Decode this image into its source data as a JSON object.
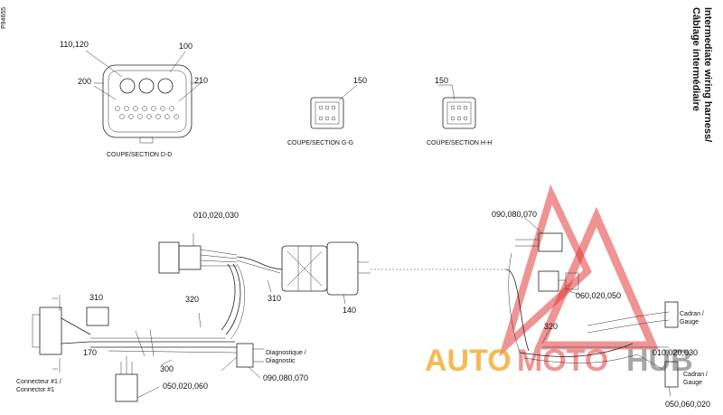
{
  "code": "P94655",
  "title": {
    "line1": "Intermediate wiring harness/",
    "line2": "Câblage intermédiaire"
  },
  "sections": {
    "dd": "COUPE/SECTION D-D",
    "gg": "COUPE/SECTION G-G",
    "hh": "COUPE/SECTION H-H"
  },
  "callouts": {
    "c110_120": "110,120",
    "c100": "100",
    "c200": "200",
    "c210": "210",
    "c150a": "150",
    "c150b": "150",
    "c010_020_030a": "010,020,030",
    "c310a": "310",
    "c310b": "310",
    "c320a": "320",
    "c320b": "320",
    "c140": "140",
    "c170": "170",
    "c300": "300",
    "c090_080_070a": "090,080,070",
    "c090_080_070b": "090,080,070",
    "c060_020_050": "060,020,050",
    "c010_020_030b": "010,020,030",
    "c050_020_060a": "050,020,060",
    "c050_060_020": "050,060,020"
  },
  "labels": {
    "diag1": "Diagnostique /",
    "diag2": "Diagnostic",
    "conn1": "Connecteur #1 /",
    "conn2": "Connector #1",
    "gauge_a1": "Cadran /",
    "gauge_a2": "Gauge",
    "gauge_b1": "Cadran /",
    "gauge_b2": "Gauge"
  },
  "watermark": {
    "auto": "AUTO",
    "moto": "MOTO",
    "hub": "HUB",
    "colors": {
      "auto": "#f3a21e",
      "moto": "#e85c5c",
      "hub": "#8a8a8a",
      "triangle": "#e23a3a"
    }
  }
}
